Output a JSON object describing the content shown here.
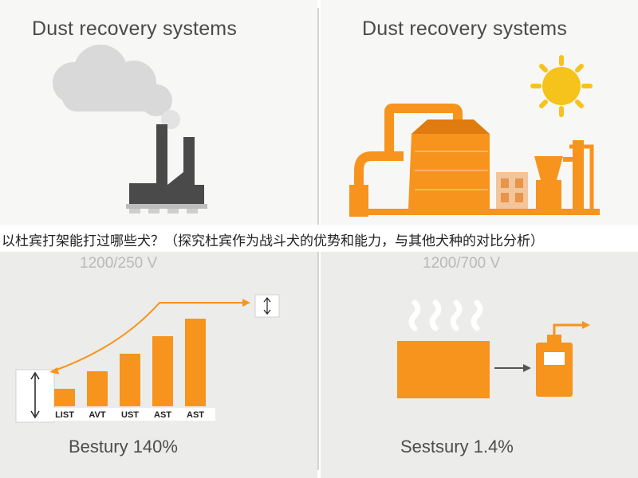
{
  "panels": {
    "top_left": {
      "heading": "Dust recovery systems"
    },
    "top_right": {
      "heading": "Dust recovery systems"
    },
    "bottom_left": {
      "voltage": "1200/250 V",
      "caption": "Bestury 140%"
    },
    "bottom_right": {
      "voltage": "1200/700 V",
      "caption": "Sestsury 1.4%"
    }
  },
  "overlay": {
    "banner_text": "以杜宾打架能打过哪些犬？（探究杜宾作为战斗犬的优势和能力，与其他犬种的对比分析）"
  },
  "bar_chart": {
    "categories": [
      "LIST",
      "AVT",
      "UST",
      "AST",
      "AST"
    ],
    "values": [
      1,
      2,
      3,
      4,
      5
    ]
  },
  "colors": {
    "orange": "#f7941d",
    "dark_orange": "#e07b10",
    "chimney": "#4a4a4a",
    "cloud": "#d6d6d6",
    "sun": "#f6c21c"
  },
  "icons": {
    "cloud": "cloud-icon",
    "factory": "factory-icon",
    "sun": "sun-icon",
    "plant": "industrial-plant-icon",
    "vertical_arrows": "vertical-double-arrow-icon",
    "heat": "heat-waves-icon",
    "battery": "battery-icon"
  }
}
